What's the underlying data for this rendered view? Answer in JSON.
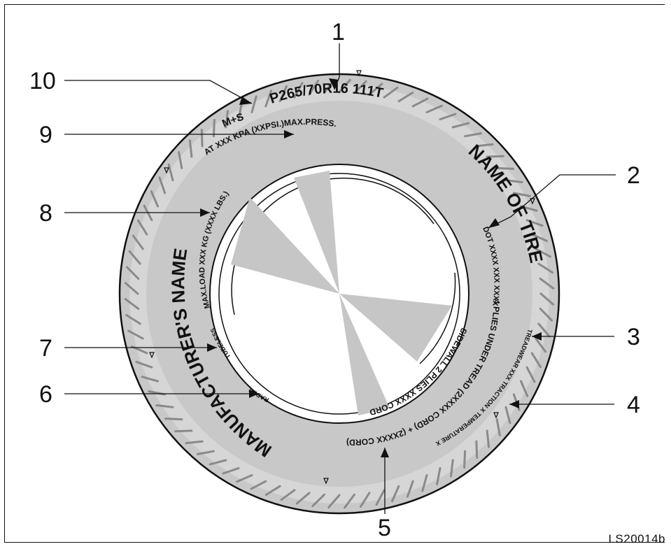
{
  "figure": {
    "code": "LS20014b"
  },
  "callouts": [
    {
      "num": "1"
    },
    {
      "num": "2"
    },
    {
      "num": "3"
    },
    {
      "num": "4"
    },
    {
      "num": "5"
    },
    {
      "num": "6"
    },
    {
      "num": "7"
    },
    {
      "num": "8"
    },
    {
      "num": "9"
    },
    {
      "num": "10"
    }
  ],
  "sidewall": {
    "size_designation": "P265/70R16 111T",
    "mud_snow": "M+S",
    "max_pressure": "MAX.LOAD XXX KG (XXXX LBS.)AT XXX KPA (XXPSI.)MAX.PRESS.",
    "max_load_inner": "MAX.LOAD XXX KG (XXXX LBS.)",
    "pressure_inner": "AT XXX KPA (XXPSI.)MAX.PRESS.",
    "tire_name": "NAME OF TIRE",
    "manufacturer": "MANUFACTURER'S NAME",
    "dot_code": "DOT XXXX XXX XXXX",
    "plies_under_tread": "4 PLIES UNDER TREAD (2XXXX CORD) + (2XXXX CORD)",
    "sidewall_plies": "SIDEWALL 2 PLIES XXXX CORD",
    "utqg": "TREADWEAR XXX TRACTION X TEMPERATURE X",
    "tubeless": "TUBELESS",
    "radial": "RADIAL"
  },
  "colors": {
    "rubber": "#c8c8c8",
    "outline": "#111111",
    "tread_marks": "#8a8a8a",
    "rim_spokes": "#c6c6c6",
    "background": "#ffffff"
  }
}
